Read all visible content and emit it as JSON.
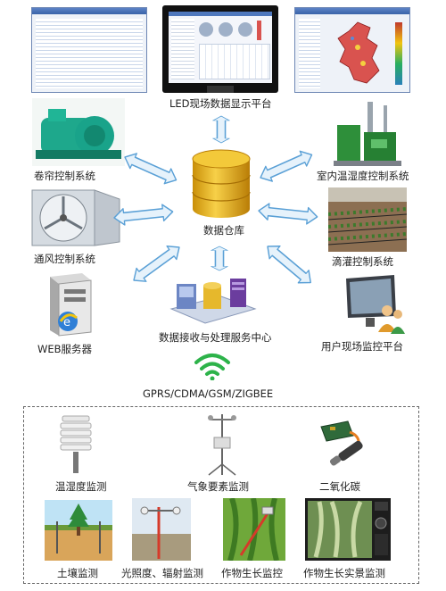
{
  "top_platform": "LED现场数据显示平台",
  "center": {
    "database": "数据仓库",
    "service_center": "数据接收与处理服务中心"
  },
  "left_systems": [
    "卷帘控制系统",
    "通风控制系统",
    "WEB服务器"
  ],
  "right_systems": [
    "室内温湿度控制系统",
    "滴灌控制系统",
    "用户现场监控平台"
  ],
  "network": "GPRS/CDMA/GSM/ZIGBEE",
  "sensors_row1": [
    "温湿度监测",
    "气象要素监测",
    "二氧化碳"
  ],
  "sensors_row2": [
    "土壤监测",
    "光照度、辐射监测",
    "作物生长监控",
    "作物生长实景监测"
  ],
  "colors": {
    "arrow_fill": "#e6f2fb",
    "arrow_stroke": "#5aa0d6",
    "db_gold": "#e8b820",
    "wifi_green": "#2db34a"
  }
}
